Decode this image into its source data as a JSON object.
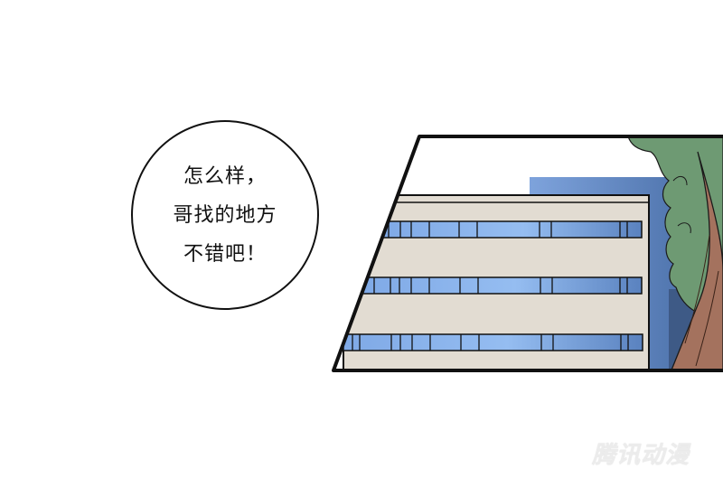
{
  "speech_bubble": {
    "lines": [
      "怎么样，",
      "哥找的地方",
      "不错吧！"
    ]
  },
  "panel": {
    "scene": "building-and-tree",
    "colors": {
      "sky": "#ffffff",
      "building_wall": "#e2dcd2",
      "window_band": "#8db4ea",
      "window_band_dark": "#5c83c0",
      "background_building": "#6d93cd",
      "tree_foliage": "#6e9a73",
      "tree_trunk": "#a4725e",
      "border": "#111111"
    }
  },
  "watermark": {
    "text": "腾讯动漫"
  }
}
